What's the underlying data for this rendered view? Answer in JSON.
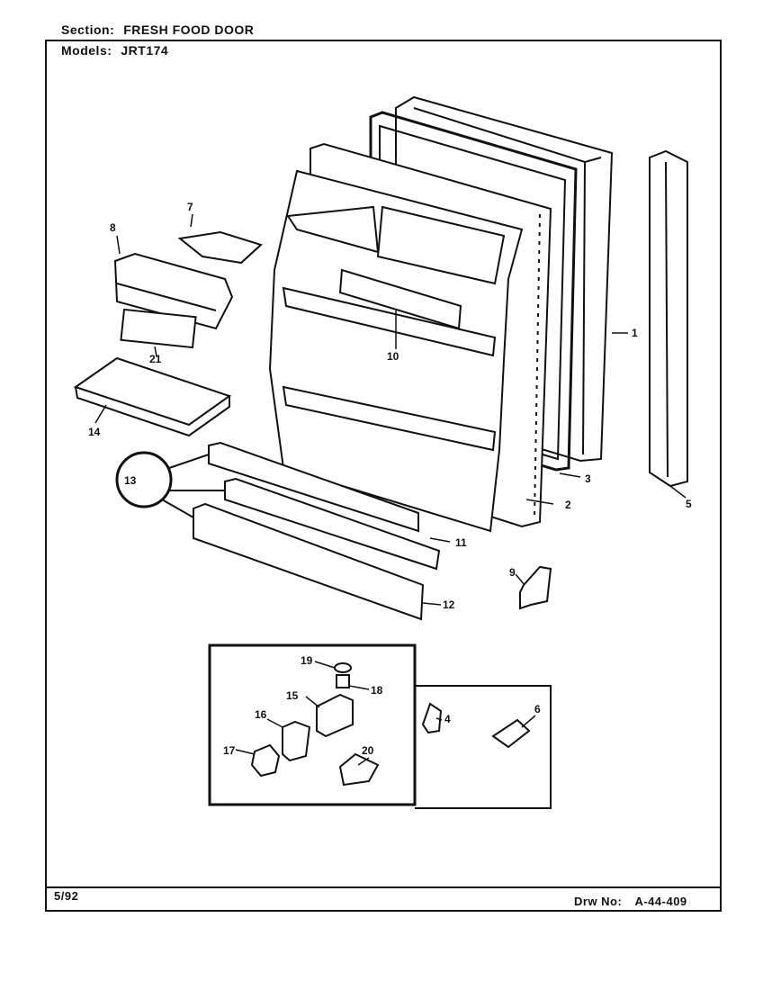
{
  "header": {
    "section_label": "Section:",
    "section_value": "FRESH FOOD DOOR",
    "models_label": "Models:",
    "models_value": "JRT174"
  },
  "footer": {
    "date": "5/92",
    "drawing_label": "Drw No:",
    "drawing_number": "A-44-409"
  },
  "callouts": {
    "c1": "1",
    "c2": "2",
    "c3": "3",
    "c4": "4",
    "c5": "5",
    "c6": "6",
    "c7": "7",
    "c8": "8",
    "c9": "9",
    "c10": "10",
    "c11": "11",
    "c12": "12",
    "c13": "13",
    "c14": "14",
    "c15": "15",
    "c16": "16",
    "c17": "17",
    "c18": "18",
    "c19": "19",
    "c20": "20",
    "c21": "21"
  }
}
